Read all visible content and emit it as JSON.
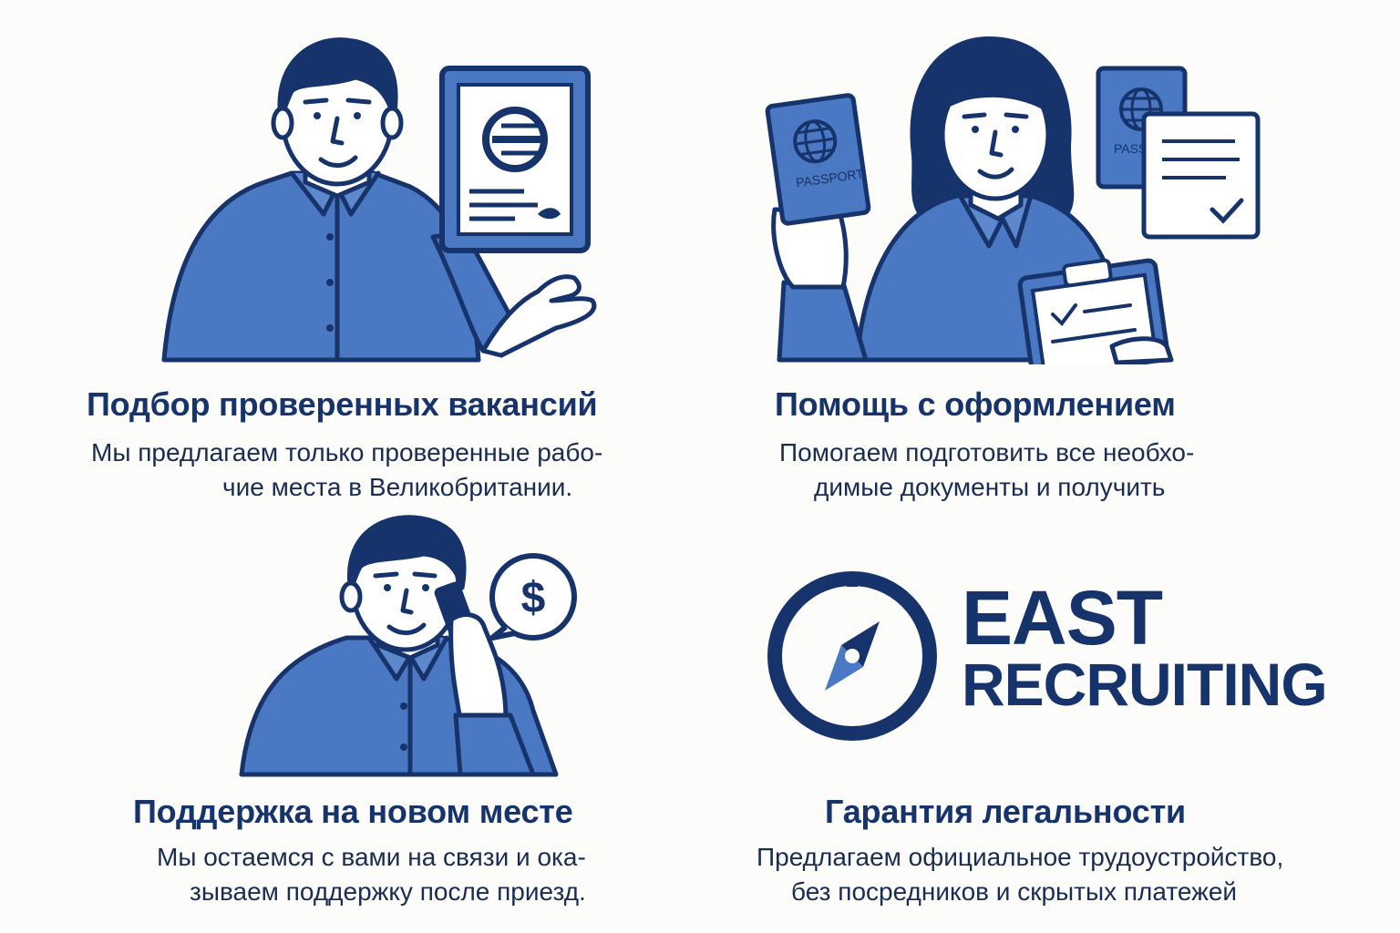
{
  "features": [
    {
      "title": "Подбор проверенных вакансий",
      "lines": [
        "Мы предлагаем только проверенные рабо-",
        "чие места в Великобритании."
      ]
    },
    {
      "title": "Помощь с оформлением",
      "lines": [
        "Помогаем подготовить все необхо-",
        "димые документы и получить"
      ]
    },
    {
      "title": "Поддержка на новом месте",
      "lines": [
        "Мы остаемся с вами на связи и ока-",
        "зываем поддержку после приезд."
      ]
    },
    {
      "title": "Гарантия легальности",
      "lines": [
        "Предлагаем официальное трудоустройство,",
        "без посредников и скрытых платежей"
      ]
    }
  ],
  "brand": {
    "line1": "EAST",
    "line2": "RECRUITING"
  },
  "illustrations": {
    "passport_label_1": "PASSPORT",
    "passport_label_2": "PASSPORT",
    "currency_symbol": "$"
  },
  "colors": {
    "navy": "#17336b",
    "blue": "#4a78c2",
    "background": "#fcfcfa"
  },
  "icons": [
    "contract-icon",
    "passport-icon",
    "globe-icon",
    "clipboard-icon",
    "checkmark-icon",
    "phone-icon",
    "dollar-bubble-icon",
    "compass-icon"
  ]
}
